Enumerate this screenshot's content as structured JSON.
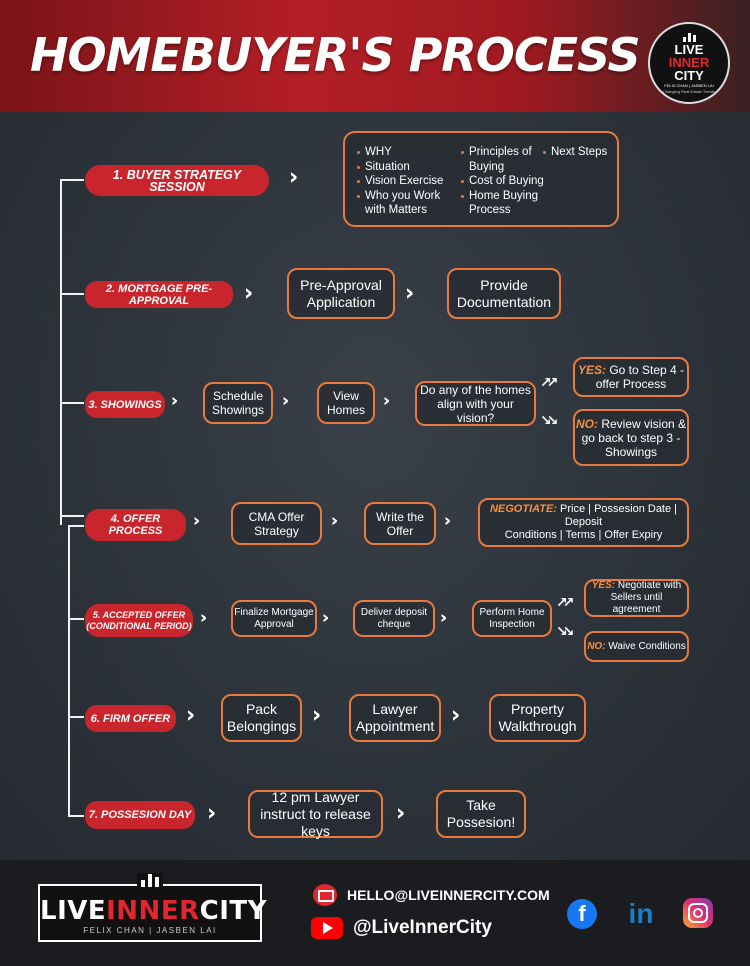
{
  "header": {
    "title": "HOMEBUYER'S PROCESS",
    "logo": {
      "line1": "LIVE",
      "line2": "INNER",
      "line3": "CITY",
      "line4": "FELIX CHAN | JASBEN LAI",
      "line5": "Changing Real Estate Trends"
    }
  },
  "steps": {
    "s1": {
      "label": "1. BUYER STRATEGY SESSION",
      "col1": [
        "WHY",
        "Situation",
        "Vision Exercise",
        "Who you Work with Matters"
      ],
      "col2": [
        "Principles of Buying",
        "Cost of Buying",
        "Home Buying Process"
      ],
      "col3": [
        "Next Steps"
      ]
    },
    "s2": {
      "label": "2. MORTGAGE PRE-APPROVAL",
      "box1": "Pre-Approval Application",
      "box2": "Provide Documentation"
    },
    "s3": {
      "label": "3. SHOWINGS",
      "box1": "Schedule Showings",
      "box2": "View Homes",
      "box3": "Do any of the homes align with your vision?",
      "yes_tag": "YES:",
      "yes_text": "Go to Step 4 - offer Process",
      "no_tag": "NO:",
      "no_text": "Review vision & go back to step 3 - Showings"
    },
    "s4": {
      "label": "4. OFFER PROCESS",
      "box1": "CMA Offer Strategy",
      "box2": "Write the Offer",
      "negotiate_tag": "NEGOTIATE:",
      "negotiate_line1": "Price | Possesion Date | Deposit",
      "negotiate_line2": "Conditions | Terms | Offer Expiry"
    },
    "s5": {
      "label_line1": "5. ACCEPTED OFFER",
      "label_line2": "(CONDITIONAL PERIOD)",
      "box1": "Finalize Mortgage Approval",
      "box2": "Deliver deposit cheque",
      "box3": "Perform Home Inspection",
      "yes_tag": "YES:",
      "yes_text": "Negotiate with Sellers until agreement",
      "no_tag": "NO:",
      "no_text": "Waive Conditions"
    },
    "s6": {
      "label": "6. FIRM OFFER",
      "box1": "Pack Belongings",
      "box2": "Lawyer Appointment",
      "box3": "Property Walkthrough"
    },
    "s7": {
      "label": "7. POSSESION DAY",
      "box1": "12 pm Lawyer instruct to release keys",
      "box2": "Take Possesion!"
    }
  },
  "footer": {
    "logo_live": "LIVE",
    "logo_inner": "INNER",
    "logo_city": "CITY",
    "logo_sub": "FELIX CHAN | JASBEN LAI",
    "email": "HELLO@LIVEINNERCITY.COM",
    "youtube": "@LiveInnerCity",
    "social_icons": [
      "facebook-icon",
      "linkedin-icon",
      "instagram-icon"
    ],
    "facebook_glyph": "f",
    "linkedin_glyph": "in"
  },
  "colors": {
    "accent_red": "#c9252c",
    "accent_orange": "#e87a3d",
    "background": "#2b3139"
  }
}
